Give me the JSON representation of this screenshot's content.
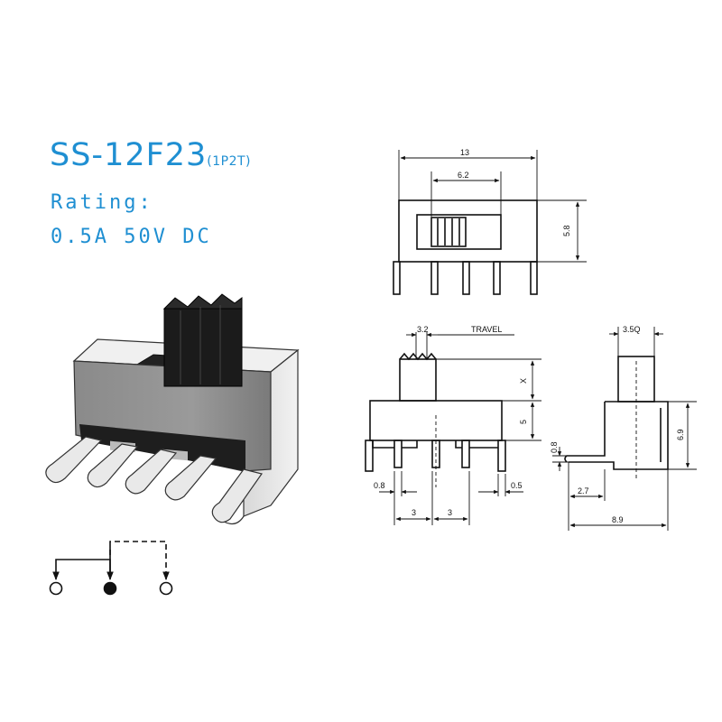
{
  "title": {
    "model": "SS-12F23",
    "poles": "(1P2T)"
  },
  "rating": {
    "label": "Rating:",
    "value": "0.5A  50V  DC"
  },
  "dimensions": {
    "top_total_width": "13",
    "top_window_width": "6.2",
    "top_height": "5.8",
    "actuator_width": "3.2",
    "travel": "TRAVEL",
    "actuator_height": "X",
    "body_height": "5",
    "lead_thickness": "0.8",
    "lead_width": "0.5",
    "pitch_left": "3",
    "pitch_right": "3",
    "actuator_square": "3.5Q",
    "side_height": "6.9",
    "side_lead_thickness": "0.8",
    "side_lead_offset": "2.7",
    "side_depth": "8.9"
  },
  "colors": {
    "title": "#1f8fd2",
    "line": "#111111"
  }
}
